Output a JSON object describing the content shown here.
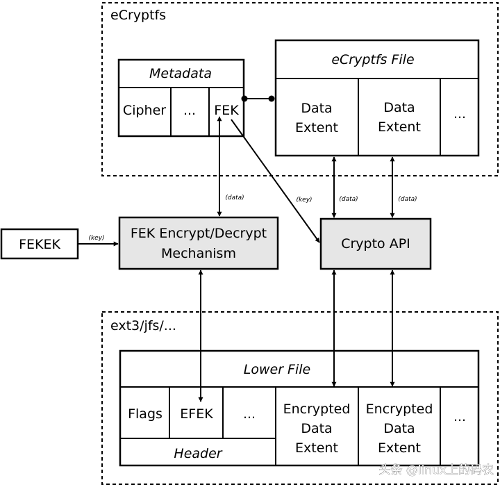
{
  "ecryptfs_group": {
    "label": "eCryptfs"
  },
  "metadata": {
    "title": "Metadata",
    "cells": [
      "Cipher",
      "...",
      "FEK"
    ]
  },
  "ecryptfs_file": {
    "title": "eCryptfs File",
    "cells": [
      [
        "Data",
        "Extent"
      ],
      [
        "Data",
        "Extent"
      ],
      "..."
    ]
  },
  "fekek": {
    "label": "FEKEK"
  },
  "fek_mechanism": {
    "line1": "FEK Encrypt/Decrypt",
    "line2": "Mechanism"
  },
  "crypto_api": {
    "label": "Crypto API"
  },
  "lower_group": {
    "label": "ext3/jfs/..."
  },
  "lower_file": {
    "title": "Lower File",
    "header_cells": [
      "Flags",
      "EFEK",
      "..."
    ],
    "header_label": "Header",
    "extents": [
      [
        "Encrypted",
        "Data",
        "Extent"
      ],
      [
        "Encrypted",
        "Data",
        "Extent"
      ],
      "..."
    ]
  },
  "edge_labels": {
    "fekek_to_mech": "(key)",
    "fek_data": "(data)",
    "fek_key": "(key)",
    "extent1_data": "(data)",
    "extent2_data": "(data)"
  },
  "watermark": "头条 @linux上的码农"
}
